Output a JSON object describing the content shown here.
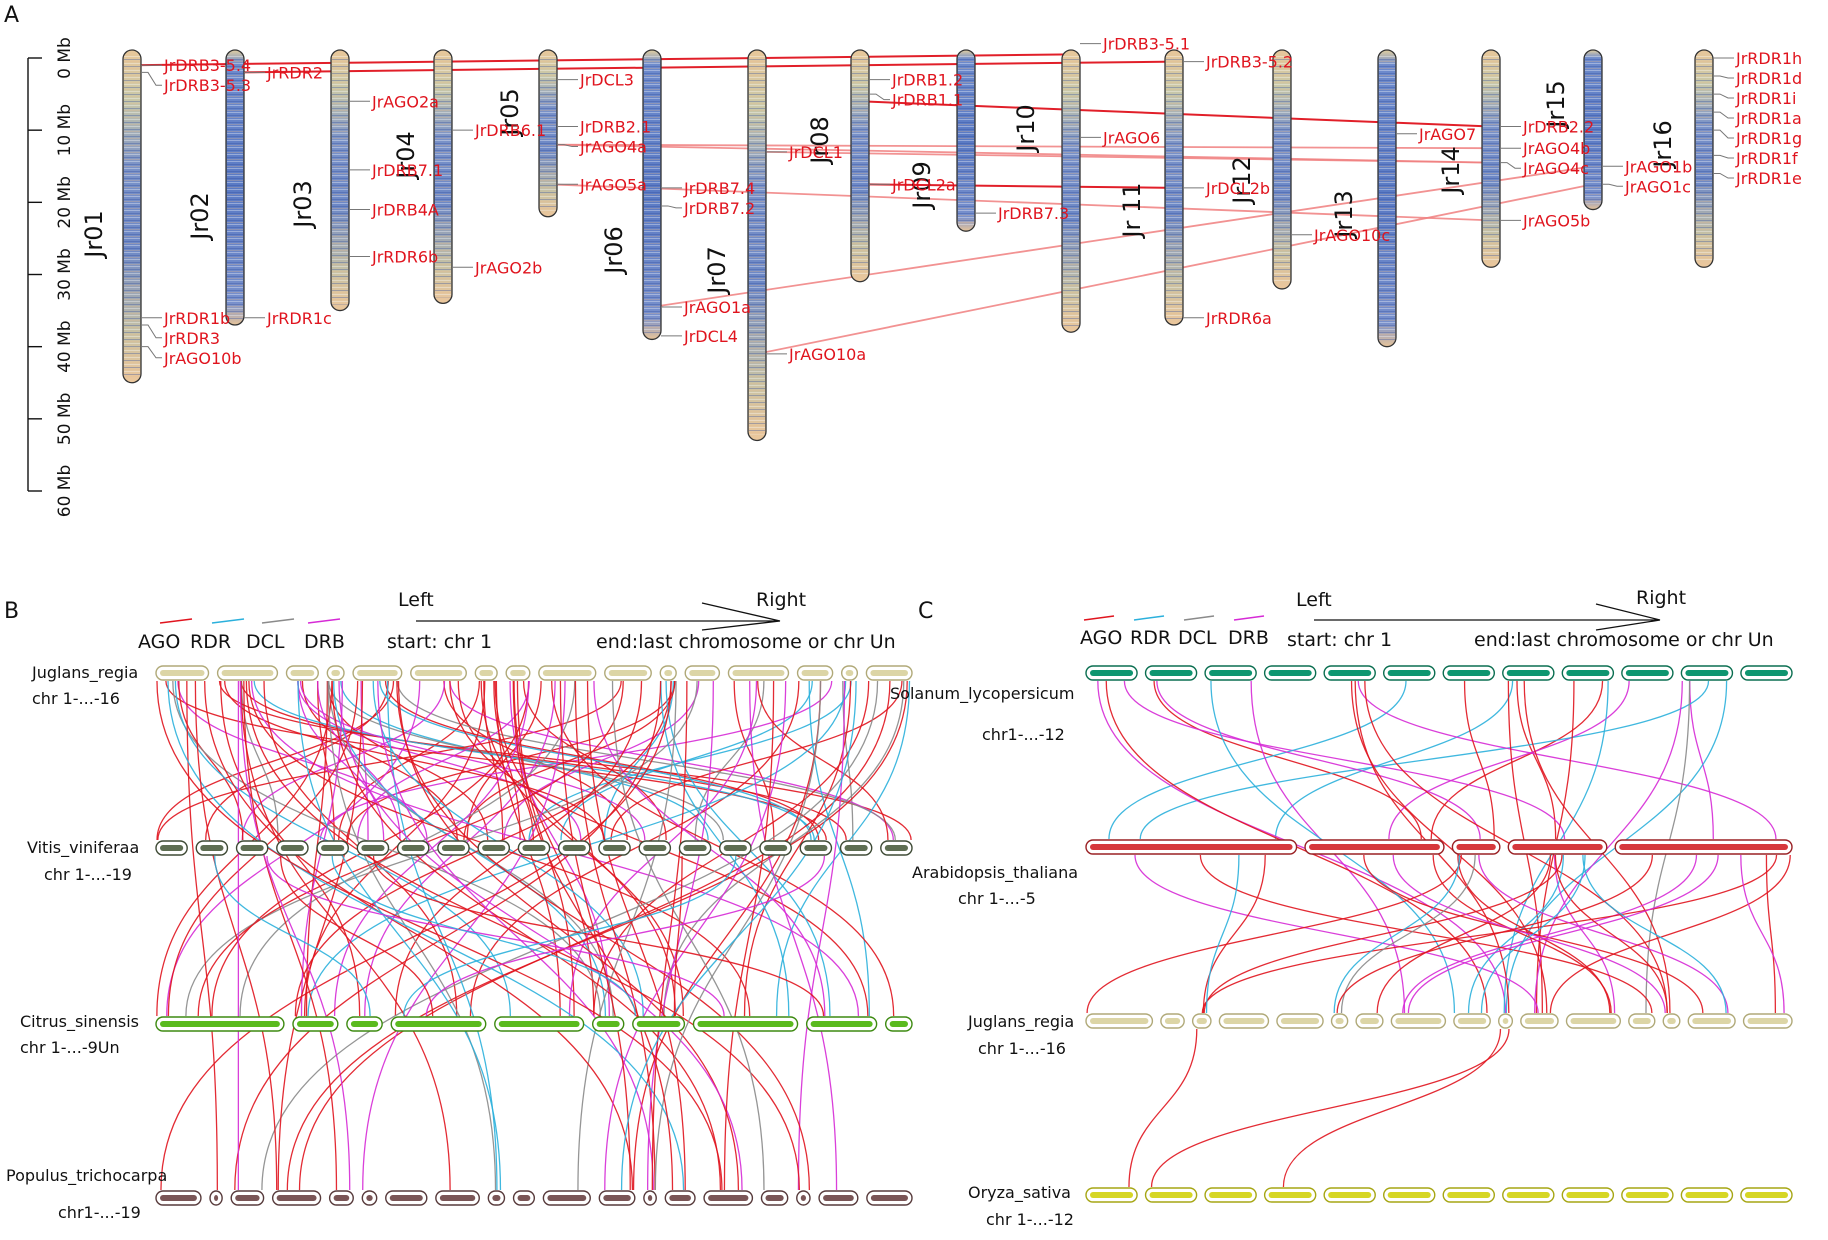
{
  "panels": {
    "a": "A",
    "b": "B",
    "c": "C"
  },
  "panelA": {
    "axis": {
      "ticks": [
        "0 Mb",
        "10 Mb",
        "20 Mb",
        "30 Mb",
        "40 Mb",
        "50 Mb",
        "60 Mb"
      ],
      "max": 60
    },
    "chromosomes": [
      {
        "name": "Jr01",
        "length": 45,
        "tone": "mixed"
      },
      {
        "name": "Jr02",
        "length": 37,
        "tone": "blue"
      },
      {
        "name": "Jr03",
        "length": 35,
        "tone": "mixed"
      },
      {
        "name": "Jr04",
        "length": 34,
        "tone": "mixed"
      },
      {
        "name": "Jr05",
        "length": 22,
        "tone": "mixed"
      },
      {
        "name": "Jr06",
        "length": 39,
        "tone": "blue"
      },
      {
        "name": "Jr07",
        "length": 53,
        "tone": "mixed"
      },
      {
        "name": "Jr08",
        "length": 31,
        "tone": "mixed"
      },
      {
        "name": "Jr09",
        "length": 24,
        "tone": "blue"
      },
      {
        "name": "Jr10",
        "length": 38,
        "tone": "mixed"
      },
      {
        "name": "Jr 11",
        "length": 37,
        "tone": "mixed"
      },
      {
        "name": "Jr12",
        "length": 32,
        "tone": "mixed"
      },
      {
        "name": "Jr13",
        "length": 40,
        "tone": "blue"
      },
      {
        "name": "Jr14",
        "length": 29,
        "tone": "mixed"
      },
      {
        "name": "Jr15",
        "length": 21,
        "tone": "blue"
      },
      {
        "name": "Jr16",
        "length": 29,
        "tone": "mixed"
      }
    ],
    "genes": [
      {
        "chr": 0,
        "pos": 1,
        "label": "JrDRB3-5.4"
      },
      {
        "chr": 0,
        "pos": 2,
        "label": "JrDRB3-5.3"
      },
      {
        "chr": 0,
        "pos": 36,
        "label": "JrRDR1b"
      },
      {
        "chr": 0,
        "pos": 37,
        "label": "JrRDR3"
      },
      {
        "chr": 0,
        "pos": 40,
        "label": "JrAGO10b"
      },
      {
        "chr": 1,
        "pos": 2,
        "label": "JrRDR2"
      },
      {
        "chr": 1,
        "pos": 36,
        "label": "JrRDR1c"
      },
      {
        "chr": 2,
        "pos": 6,
        "label": "JrAGO2a"
      },
      {
        "chr": 2,
        "pos": 15.5,
        "label": "JrDRB7.1"
      },
      {
        "chr": 2,
        "pos": 21,
        "label": "JrDRB4A"
      },
      {
        "chr": 2,
        "pos": 27.5,
        "label": "JrRDR6b"
      },
      {
        "chr": 3,
        "pos": 10,
        "label": "JrDRB6.1"
      },
      {
        "chr": 3,
        "pos": 29,
        "label": "JrAGO2b"
      },
      {
        "chr": 4,
        "pos": 3,
        "label": "JrDCL3"
      },
      {
        "chr": 4,
        "pos": 9.5,
        "label": "JrDRB2.1"
      },
      {
        "chr": 4,
        "pos": 12,
        "label": "JrAGO4a"
      },
      {
        "chr": 4,
        "pos": 17.5,
        "label": "JrAGO5a"
      },
      {
        "chr": 5,
        "pos": 18,
        "label": "JrDRB7.4"
      },
      {
        "chr": 5,
        "pos": 20.5,
        "label": "JrDRB7.2"
      },
      {
        "chr": 5,
        "pos": 34.5,
        "label": "JrAGO1a"
      },
      {
        "chr": 5,
        "pos": 38.5,
        "label": "JrDCL4"
      },
      {
        "chr": 6,
        "pos": 13,
        "label": "JrDCL1"
      },
      {
        "chr": 6,
        "pos": 41,
        "label": "JrAGO10a"
      },
      {
        "chr": 7,
        "pos": 3,
        "label": "JrDRB1.2"
      },
      {
        "chr": 7,
        "pos": 5,
        "label": "JrDRB1.1"
      },
      {
        "chr": 7,
        "pos": 17.5,
        "label": "JrDCL2a"
      },
      {
        "chr": 8,
        "pos": 21.5,
        "label": "JrDRB7.3"
      },
      {
        "chr": 9,
        "pos": -2,
        "label": "JrDRB3-5.1"
      },
      {
        "chr": 9,
        "pos": 11,
        "label": "JrAGO6"
      },
      {
        "chr": 10,
        "pos": 0.5,
        "label": "JrDRB3-5.2"
      },
      {
        "chr": 10,
        "pos": 18,
        "label": "JrDCL2b"
      },
      {
        "chr": 10,
        "pos": 36,
        "label": "JrRDR6a"
      },
      {
        "chr": 11,
        "pos": 24.5,
        "label": "JrAGO10c"
      },
      {
        "chr": 12,
        "pos": 10.5,
        "label": "JrAGO7"
      },
      {
        "chr": 13,
        "pos": 9.5,
        "label": "JrDRB2.2"
      },
      {
        "chr": 13,
        "pos": 12.5,
        "label": "JrAGO4b"
      },
      {
        "chr": 13,
        "pos": 14.5,
        "label": "JrAGO4c"
      },
      {
        "chr": 13,
        "pos": 22.5,
        "label": "JrAGO5b"
      },
      {
        "chr": 14,
        "pos": 15,
        "label": "JrAGO1b"
      },
      {
        "chr": 14,
        "pos": 17.5,
        "label": "JrAGO1c"
      },
      {
        "chr": 15,
        "pos": 0,
        "label": "JrRDR1h"
      },
      {
        "chr": 15,
        "pos": 2.5,
        "label": "JrRDR1d"
      },
      {
        "chr": 15,
        "pos": 5,
        "label": "JrRDR1i"
      },
      {
        "chr": 15,
        "pos": 7.5,
        "label": "JrRDR1a"
      },
      {
        "chr": 15,
        "pos": 10,
        "label": "JrRDR1g"
      },
      {
        "chr": 15,
        "pos": 13.5,
        "label": "JrRDR1f"
      },
      {
        "chr": 15,
        "pos": 16,
        "label": "JrRDR1e"
      }
    ],
    "links": [
      {
        "a": [
          0,
          1
        ],
        "b": [
          9,
          -0.5
        ],
        "strong": true
      },
      {
        "a": [
          1,
          2
        ],
        "b": [
          10,
          0.5
        ],
        "strong": true
      },
      {
        "a": [
          7,
          6
        ],
        "b": [
          13,
          9.5
        ],
        "strong": true
      },
      {
        "a": [
          7,
          17.5
        ],
        "b": [
          10,
          18
        ],
        "strong": true
      },
      {
        "a": [
          4,
          12
        ],
        "b": [
          13,
          12.5
        ],
        "strong": false
      },
      {
        "a": [
          4,
          12
        ],
        "b": [
          13,
          14.5
        ],
        "strong": false
      },
      {
        "a": [
          6,
          13
        ],
        "b": [
          13,
          14.5
        ],
        "strong": false
      },
      {
        "a": [
          4,
          17.5
        ],
        "b": [
          13,
          22.5
        ],
        "strong": false
      },
      {
        "a": [
          5,
          34.5
        ],
        "b": [
          14,
          15
        ],
        "strong": false
      },
      {
        "a": [
          6,
          41
        ],
        "b": [
          14,
          17.5
        ],
        "strong": false
      }
    ]
  },
  "legend": {
    "items": [
      "AGO",
      "RDR",
      "DCL",
      "DRB"
    ],
    "colors": [
      "#e0141e",
      "#2bb0dc",
      "#8a8a8a",
      "#d62ad6"
    ],
    "left": "Left",
    "right": "Right",
    "start": "start: chr 1",
    "end": "end:last chromosome or chr Un"
  },
  "panelB": {
    "species": [
      {
        "name": "Juglans_regia",
        "sub": "chr 1-...-16",
        "fill": "#dcd5a6",
        "stroke": "#b0a978",
        "count": 16
      },
      {
        "name": "Vitis_viniferaa",
        "sub": "chr 1-...-19",
        "fill": "#5e6e52",
        "stroke": "#3e4a35",
        "count": 19
      },
      {
        "name": "Citrus_sinensis",
        "sub": "chr 1-...-9Un",
        "fill": "#5aba1e",
        "stroke": "#3d8a10",
        "count": 10
      },
      {
        "name": "Populus_trichocarpa",
        "sub": "chr1-...-19",
        "fill": "#7a5556",
        "stroke": "#573a3b",
        "count": 19
      }
    ]
  },
  "panelC": {
    "species": [
      {
        "name": "Solanum_lycopersicum",
        "sub": "chr1-...-12",
        "fill": "#0e9670",
        "stroke": "#0a6e50",
        "count": 12
      },
      {
        "name": "Arabidopsis_thaliana",
        "sub": "chr 1-...-5",
        "fill": "#d6383c",
        "stroke": "#9a2024",
        "count": 5
      },
      {
        "name": "Juglans_regia",
        "sub": "chr 1-...-16",
        "fill": "#dcd5a6",
        "stroke": "#b0a978",
        "count": 16
      },
      {
        "name": "Oryza_sativa",
        "sub": "chr 1-...-12",
        "fill": "#d6d624",
        "stroke": "#a6a614",
        "count": 12
      }
    ]
  }
}
